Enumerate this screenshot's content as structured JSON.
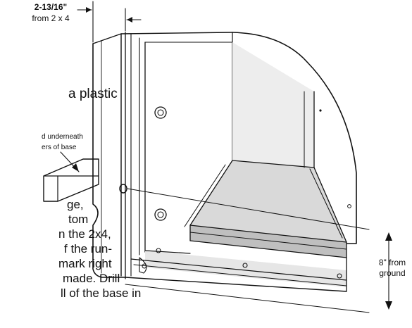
{
  "annotations": {
    "top_dim_line1": "2-13/16\"",
    "top_dim_line2": "from 2 x 4",
    "left_text_plastic": "a plastic",
    "small_note_line1": "d underneath",
    "small_note_line2": "ers of base",
    "body_lines": [
      "ge,",
      "tom",
      "n the 2x4,",
      "f the run-",
      "mark right",
      "made. Drill",
      "ll of the base in"
    ],
    "right_dim_line1": "8\" from",
    "right_dim_line2": "ground"
  },
  "colors": {
    "ink": "#111111",
    "light_shade": "#d9d9d9",
    "mid_shade": "#bfbfbf",
    "paper": "#ffffff"
  }
}
